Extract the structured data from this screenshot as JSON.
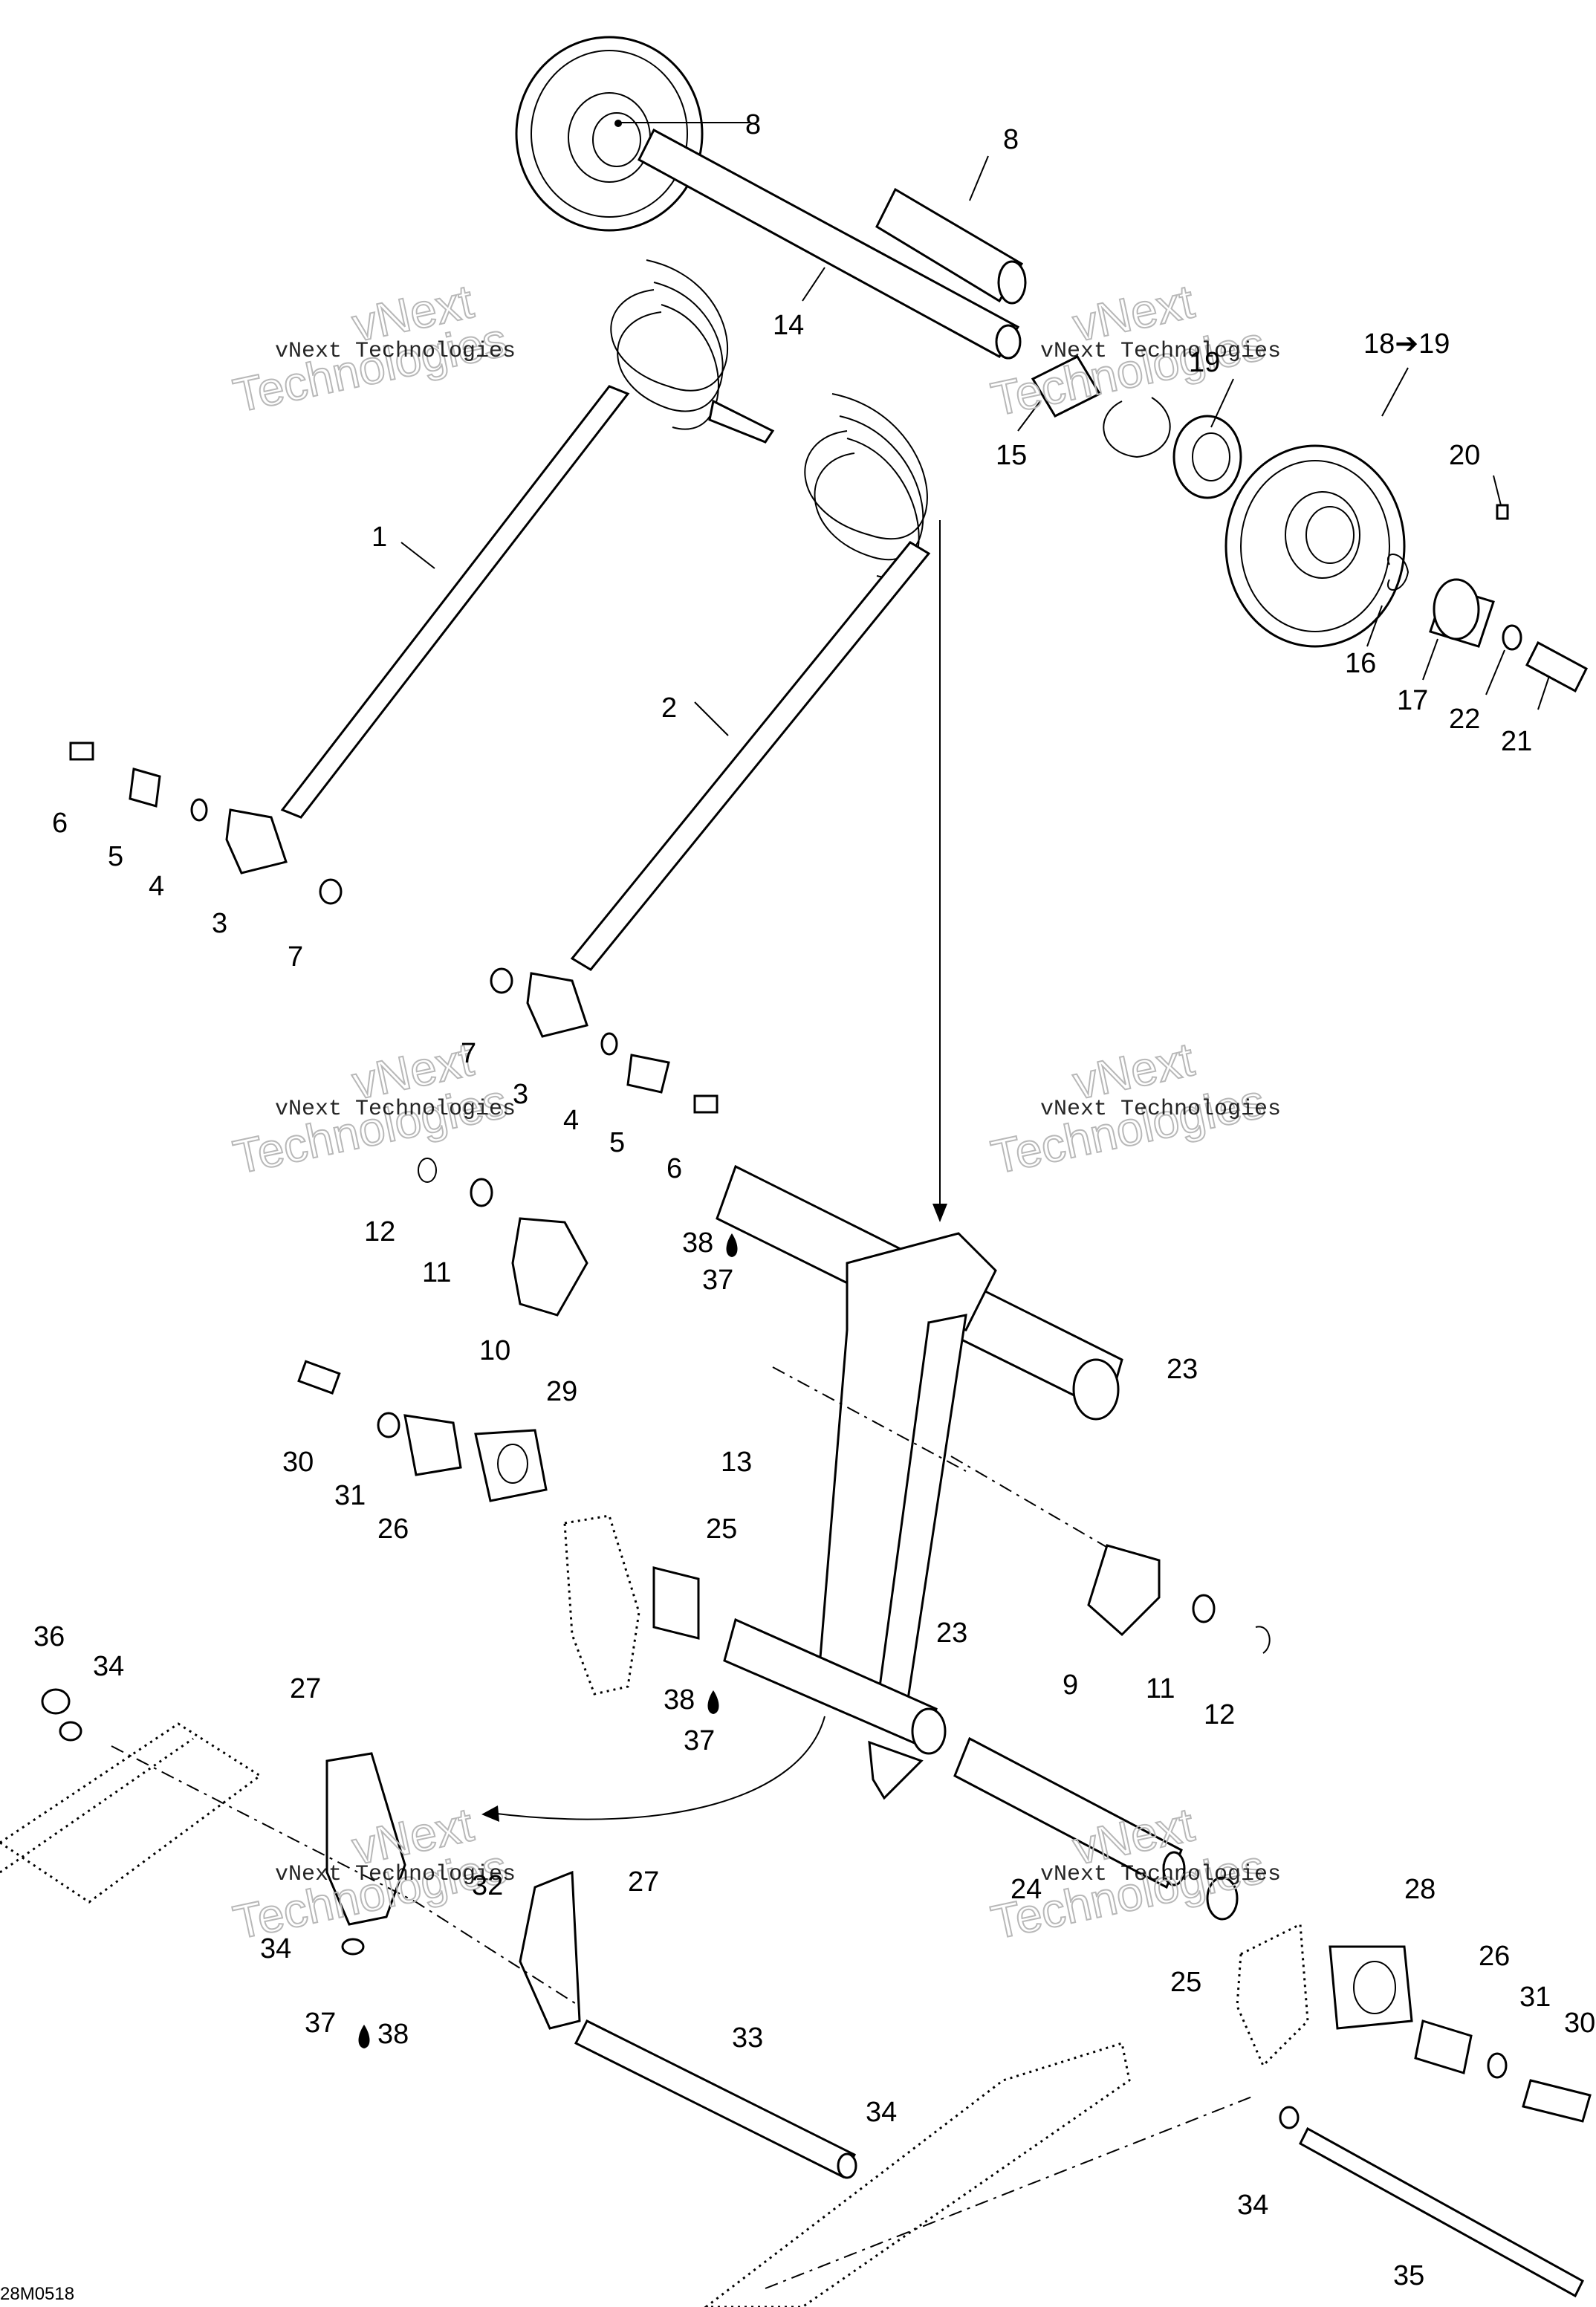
{
  "diagram": {
    "figure_ref": "28M0518",
    "watermark_small": "vNext Technologies",
    "watermark_line1": "vNext",
    "watermark_line2": "Technologies",
    "arrow_label": "18➔19",
    "lubricant_label": "38",
    "callouts": [
      "1",
      "2",
      "3",
      "3",
      "4",
      "4",
      "5",
      "5",
      "6",
      "6",
      "7",
      "7",
      "8",
      "8",
      "9",
      "10",
      "11",
      "11",
      "12",
      "12",
      "13",
      "14",
      "15",
      "16",
      "17",
      "19",
      "20",
      "21",
      "22",
      "23",
      "23",
      "24",
      "25",
      "25",
      "26",
      "26",
      "27",
      "27",
      "28",
      "29",
      "30",
      "30",
      "31",
      "31",
      "32",
      "33",
      "34",
      "34",
      "34",
      "34",
      "35",
      "36",
      "37",
      "37",
      "37"
    ]
  },
  "colors": {
    "line": "#000000",
    "watermark": "#b8b8b8",
    "background": "#ffffff"
  }
}
